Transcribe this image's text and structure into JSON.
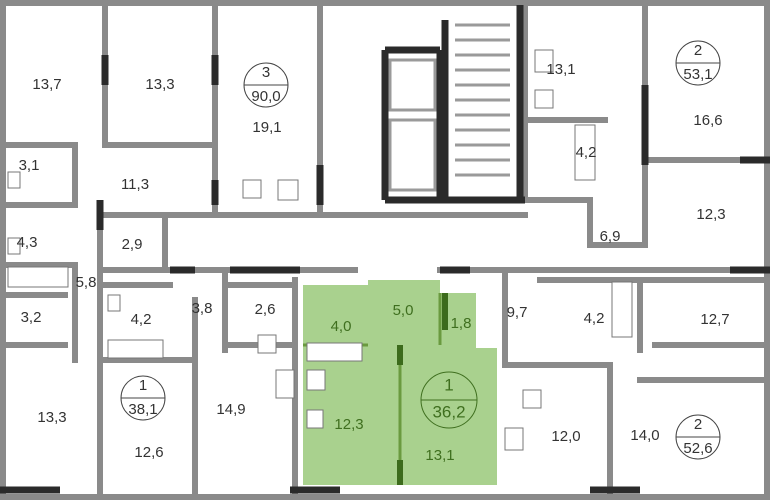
{
  "colors": {
    "highlight_fill": "#a9d18e",
    "highlight_text": "#3f6f1f",
    "wall": "#8a8a8a",
    "wall_dark": "#2b2b2b"
  },
  "apartments": [
    {
      "rooms": "3",
      "area": "90,0"
    },
    {
      "rooms": "2",
      "area": "53,1"
    },
    {
      "rooms": "1",
      "area": "38,1"
    },
    {
      "rooms": "1",
      "area": "36,2",
      "highlighted": true
    },
    {
      "rooms": "2",
      "area": "52,6"
    }
  ],
  "rooms": [
    "13,7",
    "13,3",
    "19,1",
    "3,1",
    "11,3",
    "4,3",
    "2,9",
    "5,8",
    "3,2",
    "4,2",
    "3,8",
    "2,6",
    "4,0",
    "5,0",
    "1,8",
    "9,7",
    "4,2",
    "12,7",
    "13,1",
    "16,6",
    "4,2",
    "12,3",
    "6,9",
    "13,3",
    "12,6",
    "14,9",
    "12,3",
    "13,1",
    "12,0",
    "14,0"
  ]
}
